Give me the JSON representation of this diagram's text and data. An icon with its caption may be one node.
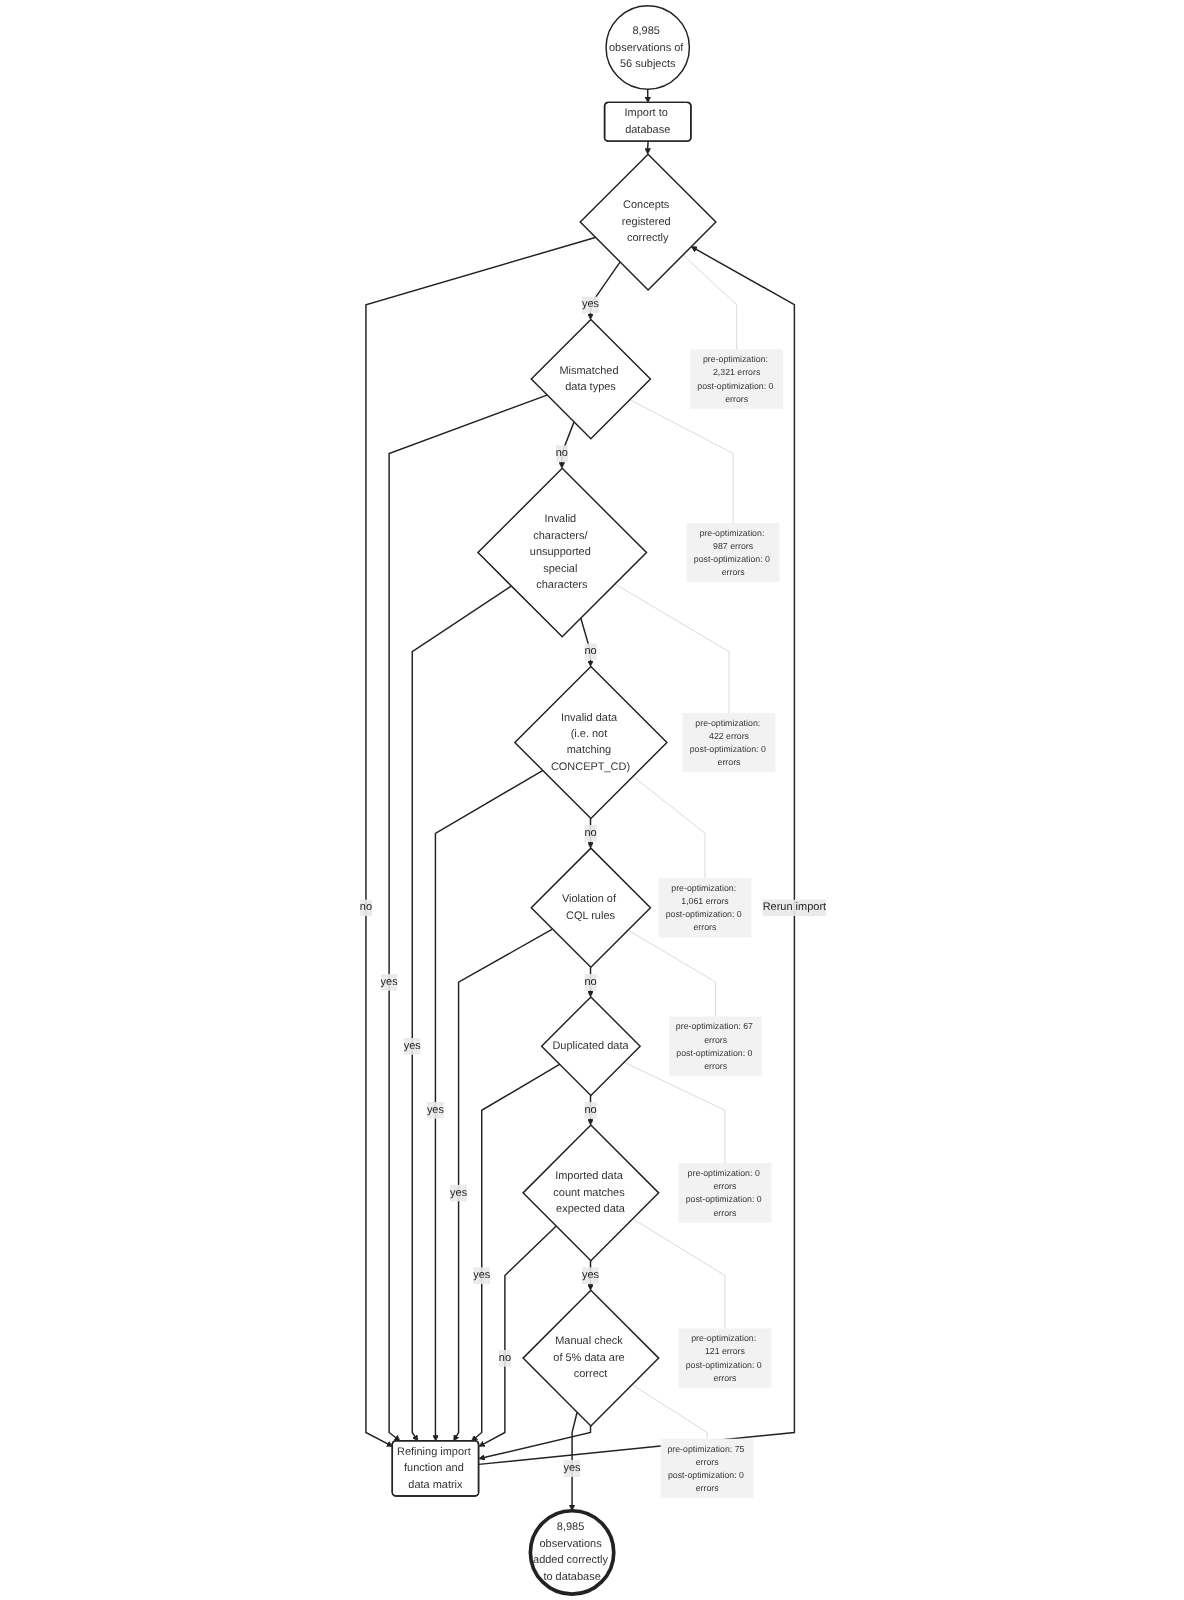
{
  "diagram": {
    "nodes": [
      {
        "text": [
          "8,985 observations of 56 subjects"
        ]
      },
      {
        "text": [
          "Import to database"
        ]
      },
      {
        "text": [
          "Concepts registered correctly"
        ]
      },
      {
        "text": [
          "pre-optimization: 2,321 errors",
          "post-optimization: 0 errors"
        ]
      },
      {
        "text": [
          "Refining import function and data matrix"
        ]
      },
      {
        "text": [
          "Mismatched data types"
        ]
      },
      {
        "text": [
          "pre-optimization: 987 errors",
          "post-optimization: 0 errors"
        ]
      },
      {
        "text": [
          "Invalid characters/ unsupported special characters"
        ]
      },
      {
        "text": [
          "pre-optimization: 422 errors",
          "post-optimization: 0 errors"
        ]
      },
      {
        "text": [
          "Invalid data (i.e. not matching CONCEPT_CD)"
        ]
      },
      {
        "text": [
          "pre-optimization: 1,061 errors",
          "post-optimization: 0 errors"
        ]
      },
      {
        "text": [
          "Violation of CQL rules"
        ]
      },
      {
        "text": [
          "pre-optimization: 67 errors",
          "post-optimization: 0 errors"
        ]
      },
      {
        "text": [
          "pre-optimization: 0 errors",
          "post-optimization: 0 errors"
        ]
      },
      {
        "text": [
          "Duplicated data"
        ]
      },
      {
        "text": [
          "Imported data count matches expected data"
        ]
      },
      {
        "text": [
          "pre-optimization: 121 errors",
          "post-optimization: 0 errors"
        ]
      },
      {
        "text": [
          "Manual check of 5% data are correct"
        ]
      },
      {
        "text": [
          "pre-optimization: 75 errors",
          "post-optimization: 0 errors"
        ]
      },
      {
        "text": [
          "8,985 observations added correctly to database"
        ]
      }
    ],
    "edges": [
      {
        "from": 0,
        "to": 1,
        "arrow": "to"
      },
      {
        "from": 1,
        "to": 2,
        "arrow": "to"
      },
      {
        "from": 2,
        "to": 4,
        "arrow": "to",
        "label": "no"
      },
      {
        "from": 4,
        "to": 2,
        "arrow": "to",
        "label": "Rerun import"
      },
      {
        "from": 2,
        "to": 5,
        "arrow": "to",
        "label": "yes"
      },
      {
        "from": 5,
        "to": 4,
        "arrow": "to",
        "label": "yes"
      },
      {
        "from": 5,
        "to": 7,
        "arrow": "to",
        "label": "no"
      },
      {
        "from": 7,
        "to": 4,
        "arrow": "to",
        "label": "yes"
      },
      {
        "from": 7,
        "to": 9,
        "arrow": "to",
        "label": "no"
      },
      {
        "from": 9,
        "to": 4,
        "arrow": "to",
        "label": "yes"
      },
      {
        "from": 9,
        "to": 11,
        "arrow": "to",
        "label": "no"
      },
      {
        "from": 11,
        "to": 4,
        "arrow": "to",
        "label": "yes"
      },
      {
        "from": 11,
        "to": 14,
        "arrow": "to",
        "label": "no"
      },
      {
        "from": 14,
        "to": 4,
        "arrow": "to",
        "label": "yes"
      },
      {
        "from": 14,
        "to": 15,
        "arrow": "to",
        "label": "no"
      },
      {
        "from": 15,
        "to": 4,
        "arrow": "to",
        "label": "no"
      },
      {
        "from": 15,
        "to": 17,
        "arrow": "to",
        "label": "yes"
      },
      {
        "from": 17,
        "to": 19,
        "arrow": "to",
        "label": "yes"
      },
      {
        "from": 17,
        "to": 4,
        "arrow": "to"
      },
      {
        "from": 2,
        "to": 3,
        "arrow": "none",
        "color": "#cccccc"
      },
      {
        "from": 5,
        "to": 6,
        "arrow": "none",
        "color": "#cccccc"
      },
      {
        "from": 7,
        "to": 8,
        "arrow": "none",
        "color": "#cccccc"
      },
      {
        "from": 9,
        "to": 10,
        "arrow": "none",
        "color": "#cccccc"
      },
      {
        "from": 11,
        "to": 12,
        "arrow": "none",
        "color": "#cccccc"
      },
      {
        "from": 14,
        "to": 13,
        "arrow": "none",
        "color": "#cccccc"
      },
      {
        "from": 15,
        "to": 16,
        "arrow": "none",
        "color": "#cccccc"
      },
      {
        "from": 17,
        "to": 18,
        "arrow": "none",
        "color": "#cccccc"
      }
    ]
  }
}
